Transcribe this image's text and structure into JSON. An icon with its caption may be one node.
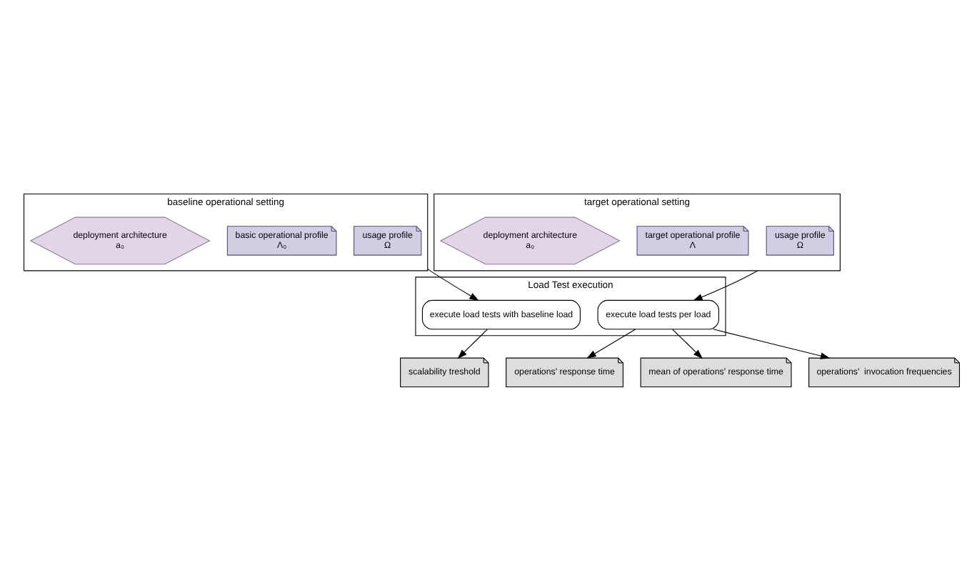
{
  "diagram": {
    "nodes": [
      {
        "text": [
          "baseline operational setting"
        ]
      },
      {
        "text": [
          "usage profile",
          "Ω"
        ],
        "in": 0
      },
      {
        "text": [
          "basic operational profile",
          "Λ₀"
        ],
        "in": 0
      },
      {
        "text": [
          "deployment architecture",
          "a₀"
        ],
        "in": 0
      },
      {
        "text": [
          "target operational setting"
        ]
      },
      {
        "text": [
          "usage profile",
          "Ω"
        ],
        "in": 4
      },
      {
        "text": [
          "target operational profile",
          "Λ"
        ],
        "in": 4
      },
      {
        "text": [
          "deployment architecture",
          "a₀"
        ],
        "in": 4
      },
      {
        "text": [
          "Load Test execution"
        ]
      },
      {
        "text": [
          "execute load tests with baseline load"
        ],
        "in": 8
      },
      {
        "text": [
          "execute load tests per load"
        ],
        "in": 8
      },
      {
        "text": [
          "scalability treshold"
        ]
      },
      {
        "text": [
          "operations' response time"
        ]
      },
      {
        "text": [
          "mean of operations' response time"
        ]
      },
      {
        "text": [
          "operations'  invocation frequencies"
        ]
      }
    ],
    "edges": [
      {
        "from": 0,
        "to": 9,
        "arrow": "to"
      },
      {
        "from": 4,
        "to": 10,
        "arrow": "to"
      },
      {
        "from": 9,
        "to": 11,
        "arrow": "to"
      },
      {
        "from": 10,
        "to": 12,
        "arrow": "to"
      },
      {
        "from": 10,
        "to": 13,
        "arrow": "to"
      },
      {
        "from": 10,
        "to": 14,
        "arrow": "to"
      }
    ]
  }
}
